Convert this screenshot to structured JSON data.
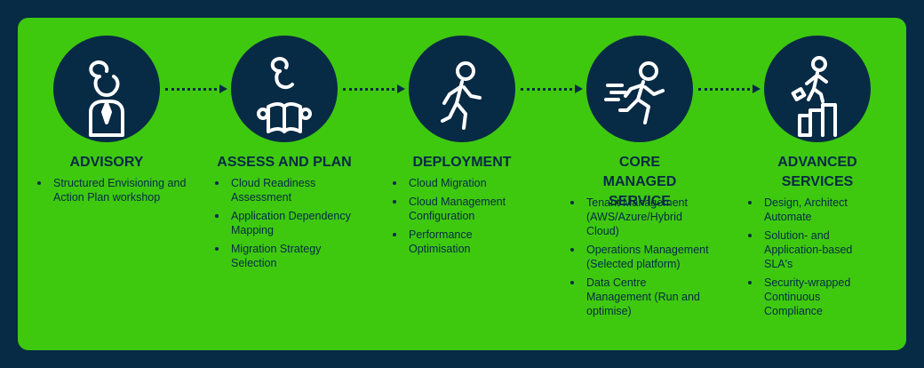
{
  "steps": [
    {
      "title": "ADVISORY",
      "icon": "advisor-person-icon",
      "bullets": [
        "Structured Envisioning and Action Plan workshop"
      ]
    },
    {
      "title": "ASSESS AND PLAN",
      "icon": "person-reading-icon",
      "bullets": [
        "Cloud Readiness Assessment",
        "Application Dependency Mapping",
        "Migration Strategy Selection"
      ]
    },
    {
      "title": "DEPLOYMENT",
      "icon": "walking-person-icon",
      "bullets": [
        "Cloud Migration",
        "Cloud Management Configuration",
        "Performance Optimisation"
      ]
    },
    {
      "title": "CORE MANAGED SERVICE",
      "icon": "running-person-icon",
      "bullets": [
        "Tenant Management (AWS/Azure/Hybrid Cloud)",
        "Operations Management (Selected platform)",
        "Data Centre Management (Run and optimise)"
      ]
    },
    {
      "title": "ADVANCED SERVICES",
      "icon": "climbing-stairs-icon",
      "bullets": [
        "Design, Architect Automate",
        "Solution- and Application-based SLA's",
        "Security-wrapped Continuous Compliance"
      ]
    }
  ],
  "colors": {
    "background": "#072a45",
    "panel": "#3ec90f",
    "icon_stroke": "#ffffff"
  }
}
